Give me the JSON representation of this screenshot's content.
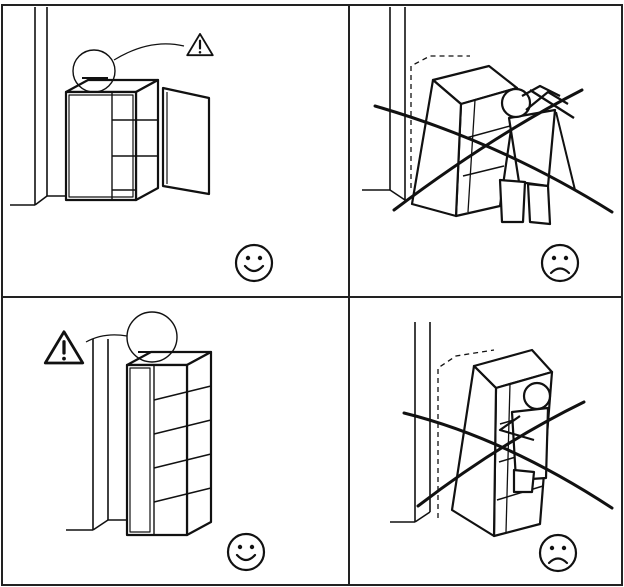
{
  "instruction_sheet": {
    "panels": [
      {
        "id": "top-left",
        "furniture": "cabinet",
        "state": "anchored-to-wall",
        "warning_icon": "warning-triangle-icon",
        "verdict_icon": "smiley-happy-icon"
      },
      {
        "id": "top-right",
        "furniture": "cabinet",
        "state": "tipping-over-person",
        "prohibited_mark": "cross-out-lines",
        "verdict_icon": "smiley-sad-icon"
      },
      {
        "id": "bottom-left",
        "furniture": "bookcase",
        "state": "anchored-to-wall",
        "warning_icon": "warning-triangle-icon",
        "verdict_icon": "smiley-happy-icon"
      },
      {
        "id": "bottom-right",
        "furniture": "bookcase",
        "state": "tipping-over-person",
        "prohibited_mark": "cross-out-lines",
        "verdict_icon": "smiley-sad-icon"
      }
    ],
    "colors": {
      "ink": "#111111",
      "paper": "#ffffff",
      "border": "#222222"
    }
  }
}
